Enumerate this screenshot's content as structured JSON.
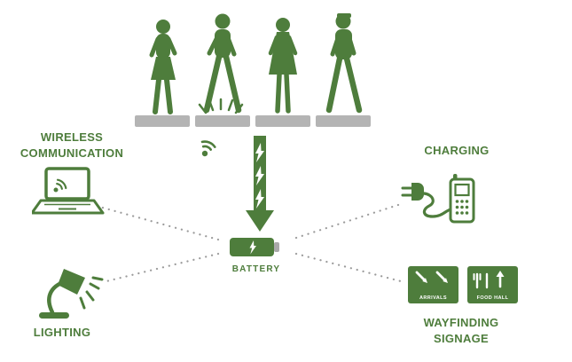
{
  "diagram": {
    "battery_label": "BATTERY",
    "nodes": [
      {
        "id": "wireless-communication",
        "label": "WIRELESS\nCOMMUNICATION"
      },
      {
        "id": "charging",
        "label": "CHARGING"
      },
      {
        "id": "lighting",
        "label": "LIGHTING"
      },
      {
        "id": "wayfinding-signage",
        "label": "WAYFINDING\nSIGNAGE"
      }
    ],
    "signs": [
      {
        "label": "ARRIVALS"
      },
      {
        "label": "FOOD HALL"
      }
    ],
    "icons": {
      "pedestrians-on-tiles": "four walking silhouettes on gray floor tiles",
      "impact-marks": "kinetic footstep impact dashes",
      "wireless-signal": "signal arcs",
      "energy-flow-arrow": "downward arrow with lightning bolts",
      "battery": "battery with lightning bolt",
      "laptop-wifi": "laptop with signal arcs",
      "plug-and-phone": "power plug with cord and mobile phone",
      "desk-lamp": "desk lamp with light rays",
      "wayfinding-signs": "arrivals and food hall signs"
    }
  },
  "colors": {
    "green": "#4e7d3c",
    "tile": "#b4b4b4",
    "dots": "#9b9b9b",
    "terminal": "#a9a9a9"
  }
}
